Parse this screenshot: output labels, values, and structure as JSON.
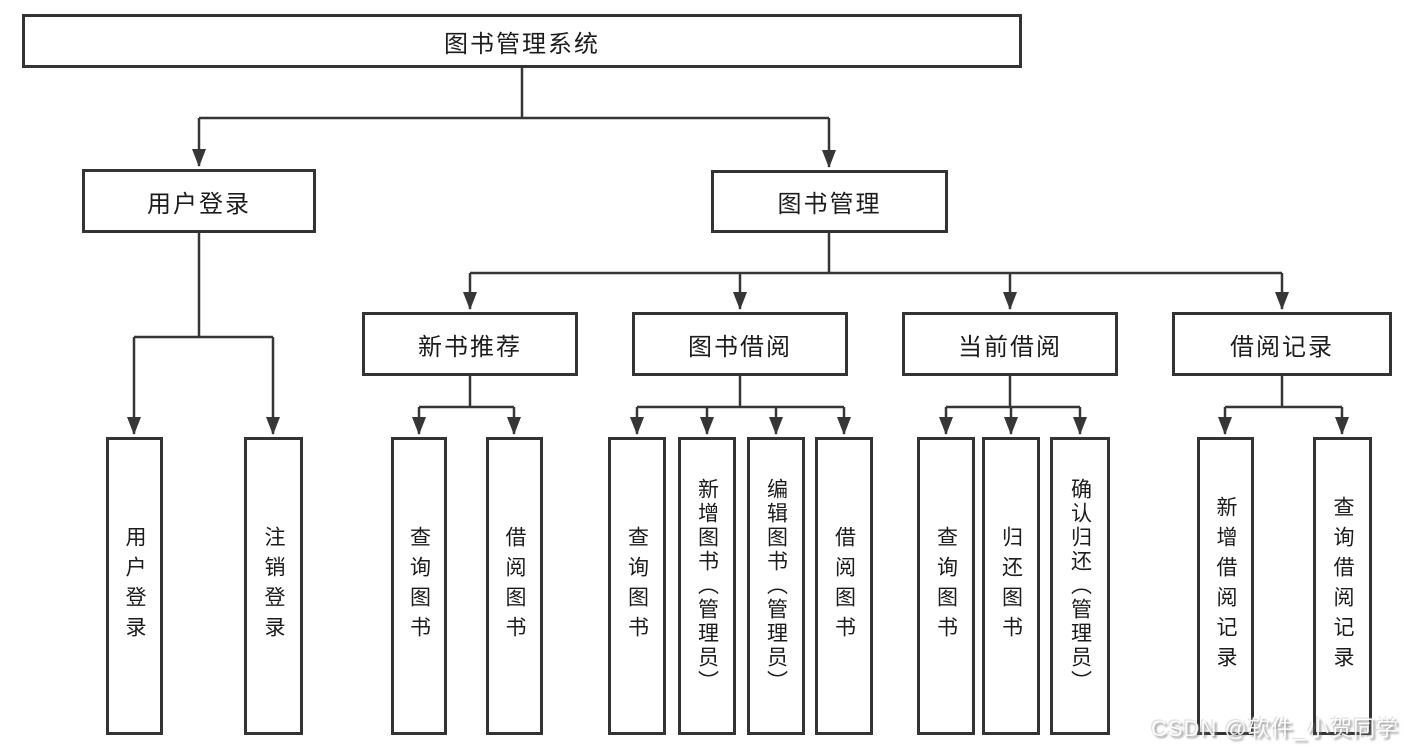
{
  "diagram": {
    "root": {
      "label": "图书管理系统"
    },
    "level2": [
      {
        "label": "用户登录",
        "children": [
          {
            "label": "用户登录"
          },
          {
            "label": "注销登录"
          }
        ]
      },
      {
        "label": "图书管理",
        "children": [
          {
            "label": "新书推荐",
            "children": [
              {
                "label": "查询图书"
              },
              {
                "label": "借阅图书"
              }
            ]
          },
          {
            "label": "图书借阅",
            "children": [
              {
                "label": "查询图书"
              },
              {
                "label": "新增图书（管理员）"
              },
              {
                "label": "编辑图书（管理员）"
              },
              {
                "label": "借阅图书"
              }
            ]
          },
          {
            "label": "当前借阅",
            "children": [
              {
                "label": "查询图书"
              },
              {
                "label": "归还图书"
              },
              {
                "label": "确认归还（管理员）"
              }
            ]
          },
          {
            "label": "借阅记录",
            "children": [
              {
                "label": "新增借阅记录"
              },
              {
                "label": "查询借阅记录"
              }
            ]
          }
        ]
      }
    ],
    "watermark": "CSDN @软件_小贺同学",
    "colors": {
      "line": "#363636",
      "border": "#333333",
      "text": "#1c1c1c",
      "watermark_shadow": "#6e6e6e"
    }
  }
}
